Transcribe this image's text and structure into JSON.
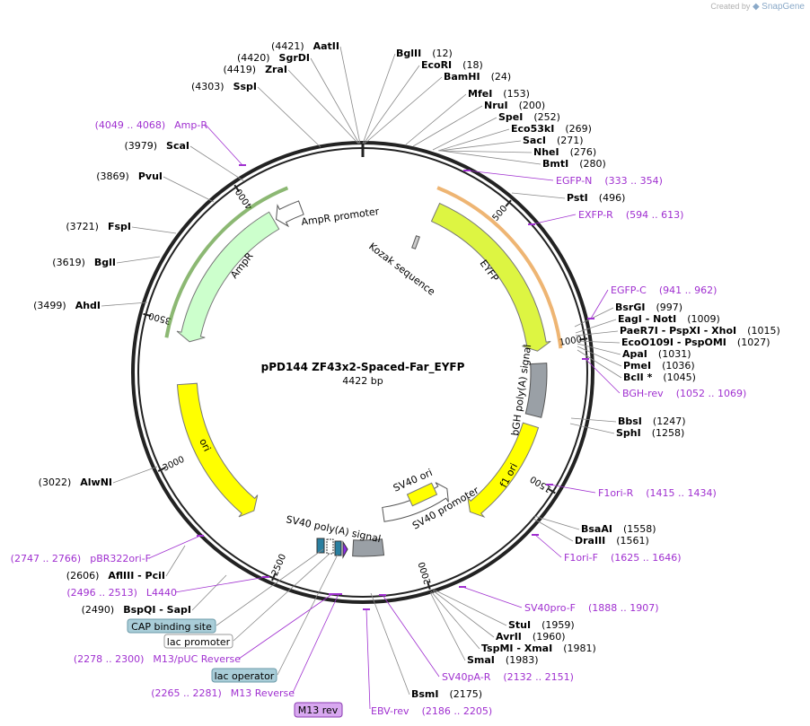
{
  "credit": {
    "prefix": "Created by",
    "brand": "SnapGene"
  },
  "plasmid": {
    "name": "pPD144 ZF43x2-Spaced-Far_EYFP",
    "length_label": "4422 bp",
    "total_bp": 4422
  },
  "colors": {
    "backbone": "#222222",
    "enzyme_line": "#888888",
    "primer": "#a030d0",
    "ampr_fill": "#ccffcc",
    "ampr_edge": "#2e7d00",
    "eyfp_fill": "#ddf542",
    "eyfp_edge": "#e07800",
    "ori_fill": "#ffff00",
    "promoter_fill": "#ffffff",
    "polyA_fill": "#9aa0a6",
    "cap_fill": "#a9cdd8",
    "m13rev_fill": "#d8a8f0"
  },
  "ticks": [
    {
      "bp": 500,
      "label": "500"
    },
    {
      "bp": 1000,
      "label": "1000"
    },
    {
      "bp": 1500,
      "label": "1500"
    },
    {
      "bp": 2000,
      "label": "2000"
    },
    {
      "bp": 2500,
      "label": "2500"
    },
    {
      "bp": 3000,
      "label": "3000"
    },
    {
      "bp": 3500,
      "label": "3500"
    },
    {
      "bp": 4000,
      "label": "4000"
    }
  ],
  "features": [
    {
      "name": "EYFP",
      "start": 300,
      "end": 1020,
      "kind": "eyfp",
      "label": "EYFP"
    },
    {
      "name": "bGH poly(A) signal",
      "start": 1060,
      "end": 1280,
      "kind": "polyA",
      "label": "bGH poly(A) signal"
    },
    {
      "name": "f1 ori",
      "start": 1320,
      "end": 1750,
      "kind": "ori",
      "label": "f1 ori"
    },
    {
      "name": "SV40 promoter",
      "start": 1770,
      "end": 2110,
      "kind": "promoter",
      "label": "SV40 promoter"
    },
    {
      "name": "SV40 ori",
      "start": 1830,
      "end": 1920,
      "kind": "ori-small",
      "label": "SV40 ori"
    },
    {
      "name": "SV40 poly(A) signal",
      "start": 2130,
      "end": 2250,
      "kind": "polyA",
      "label": "SV40 poly(A) signal"
    },
    {
      "name": "ori",
      "start": 2680,
      "end": 3270,
      "kind": "ori",
      "label": "ori"
    },
    {
      "name": "AmpR",
      "start": 3440,
      "end": 4050,
      "kind": "ampr",
      "label": "AmpR"
    },
    {
      "name": "AmpR promoter",
      "start": 4060,
      "end": 4170,
      "kind": "promoter",
      "label": "AmpR promoter"
    },
    {
      "name": "Kozak sequence",
      "label": "Kozak sequence"
    }
  ],
  "enzymes_right": [
    {
      "name": "BglII",
      "pos": "(12)"
    },
    {
      "name": "EcoRI",
      "pos": "(18)"
    },
    {
      "name": "BamHI",
      "pos": "(24)"
    },
    {
      "name": "MfeI",
      "pos": "(153)"
    },
    {
      "name": "NruI",
      "pos": "(200)"
    },
    {
      "name": "SpeI",
      "pos": "(252)"
    },
    {
      "name": "Eco53kI",
      "pos": "(269)"
    },
    {
      "name": "SacI",
      "pos": "(271)"
    },
    {
      "name": "NheI",
      "pos": "(276)"
    },
    {
      "name": "BmtI",
      "pos": "(280)"
    },
    {
      "name": "PstI",
      "pos": "(496)"
    },
    {
      "name": "BsrGI",
      "pos": "(997)"
    },
    {
      "name": "EagI  -  NotI",
      "pos": "(1009)"
    },
    {
      "name": "PaeR7I  -  PspXI  -  XhoI",
      "pos": "(1015)"
    },
    {
      "name": "EcoO109I  -  PspOMI",
      "pos": "(1027)"
    },
    {
      "name": "ApaI",
      "pos": "(1031)"
    },
    {
      "name": "PmeI",
      "pos": "(1036)"
    },
    {
      "name": "BclI *",
      "pos": "(1045)"
    },
    {
      "name": "BbsI",
      "pos": "(1247)"
    },
    {
      "name": "SphI",
      "pos": "(1258)"
    },
    {
      "name": "BsaAI",
      "pos": "(1558)"
    },
    {
      "name": "DraIII",
      "pos": "(1561)"
    },
    {
      "name": "StuI",
      "pos": "(1959)"
    },
    {
      "name": "AvrII",
      "pos": "(1960)"
    },
    {
      "name": "TspMI  -  XmaI",
      "pos": "(1981)"
    },
    {
      "name": "SmaI",
      "pos": "(1983)"
    },
    {
      "name": "BsmI",
      "pos": "(2175)"
    }
  ],
  "enzymes_left": [
    {
      "name": "AatII",
      "pos": "(4421)"
    },
    {
      "name": "SgrDI",
      "pos": "(4420)"
    },
    {
      "name": "ZraI",
      "pos": "(4419)"
    },
    {
      "name": "SspI",
      "pos": "(4303)"
    },
    {
      "name": "ScaI",
      "pos": "(3979)"
    },
    {
      "name": "PvuI",
      "pos": "(3869)"
    },
    {
      "name": "FspI",
      "pos": "(3721)"
    },
    {
      "name": "BglI",
      "pos": "(3619)"
    },
    {
      "name": "AhdI",
      "pos": "(3499)"
    },
    {
      "name": "AlwNI",
      "pos": "(3022)"
    },
    {
      "name": "AflIII  -  PciI",
      "pos": "(2606)"
    },
    {
      "name": "BspQI  -  SapI",
      "pos": "(2490)"
    }
  ],
  "primers": [
    {
      "name": "EGFP-N",
      "range": "(333 .. 354)"
    },
    {
      "name": "EXFP-R",
      "range": "(594 .. 613)"
    },
    {
      "name": "EGFP-C",
      "range": "(941 .. 962)"
    },
    {
      "name": "BGH-rev",
      "range": "(1052 .. 1069)"
    },
    {
      "name": "F1ori-R",
      "range": "(1415 .. 1434)"
    },
    {
      "name": "F1ori-F",
      "range": "(1625 .. 1646)"
    },
    {
      "name": "SV40pro-F",
      "range": "(1888 .. 1907)"
    },
    {
      "name": "SV40pA-R",
      "range": "(2132 .. 2151)"
    },
    {
      "name": "EBV-rev",
      "range": "(2186 .. 2205)"
    },
    {
      "name": "M13 Reverse",
      "range": "(2265 .. 2281)"
    },
    {
      "name": "M13/pUC Reverse",
      "range": "(2278 .. 2300)"
    },
    {
      "name": "L4440",
      "range": "(2496 .. 2513)"
    },
    {
      "name": "pBR322ori-F",
      "range": "(2747 .. 2766)"
    },
    {
      "name": "Amp-R",
      "range": "(4049 .. 4068)"
    }
  ],
  "boxed_labels": [
    {
      "name": "CAP binding site"
    },
    {
      "name": "lac promoter"
    },
    {
      "name": "lac operator"
    },
    {
      "name": "M13 rev"
    }
  ]
}
